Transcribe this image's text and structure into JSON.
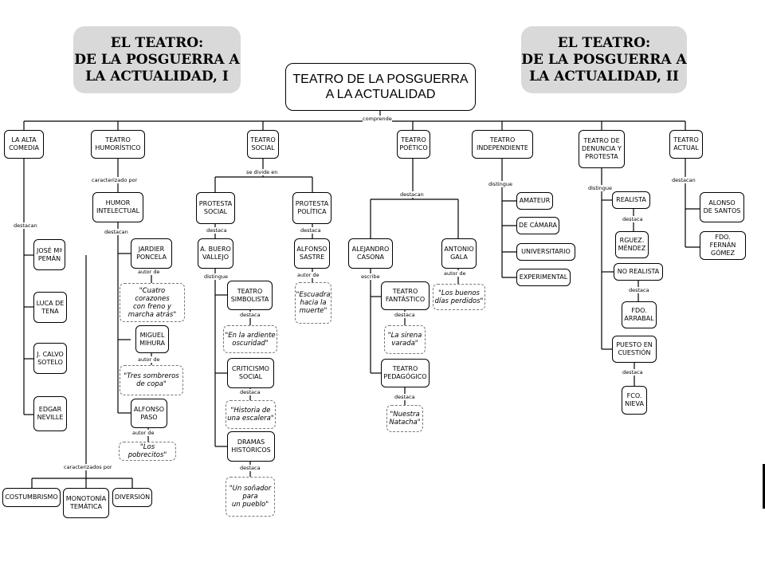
{
  "side_titles": {
    "left": "EL TEATRO:\nDE LA POSGUERRA A\nLA ACTUALIDAD, I",
    "right": "EL TEATRO:\nDE LA POSGUERRA A\nLA ACTUALIDAD, II"
  },
  "root": "TEATRO DE LA POSGUERRA\nA LA ACTUALIDAD",
  "labels": {
    "comprende": "comprende",
    "destacan": "destacan",
    "caracterizado_por": "caracterizado por",
    "se_divide_en": "se divide en",
    "distingue": "distingue",
    "destaca": "destaca",
    "autor_de": "autor de",
    "escribe": "escribe",
    "caracterizados_por": "caracterizados por"
  },
  "categories": {
    "alta_comedia": "LA ALTA\nCOMEDIA",
    "humoristico": "TEATRO\nHUMORÍSTICO",
    "social": "TEATRO\nSOCIAL",
    "poetico": "TEATRO\nPOÉTICO",
    "independiente": "TEATRO\nINDEPENDIENTE",
    "denuncia": "TEATRO DE\nDENUNCIA Y\nPROTESTA",
    "actual": "TEATRO\nACTUAL"
  },
  "alta_comedia": {
    "authors": [
      "JOSÉ Mª\nPEMÁN",
      "LUCA DE\nTENA",
      "J. CALVO\nSOTELO",
      "EDGAR\nNEVILLE"
    ],
    "traits": [
      "COSTUMBRISMO",
      "MONOTONÍA\nTEMÁTICA",
      "DIVERSIÓN"
    ]
  },
  "humoristico": {
    "humor": "HUMOR\nINTELECTUAL",
    "authors": [
      "JARDIER\nPONCELA",
      "MIGUEL\nMIHURA",
      "ALFONSO\nPASO"
    ],
    "works": [
      "\"Cuatro corazones\ncon freno y\nmarcha atrás\"",
      "\"Tres sombreros\nde copa\"",
      "\"Los pobrecitos\""
    ]
  },
  "social": {
    "protesta_social": "PROTESTA\nSOCIAL",
    "protesta_politica": "PROTESTA\nPOLÍTICA",
    "buero": "A. BUERO\nVALLEJO",
    "sastre": "ALFONSO\nSASTRE",
    "sastre_work": "\"Escuadra\nhacia la\nmuerte\"",
    "types": [
      "TEATRO\nSIMBOLISTA",
      "CRITICISMO\nSOCIAL",
      "DRAMAS\nHISTÓRICOS"
    ],
    "works": [
      "\"En la ardiente\noscuridad\"",
      "\"Historia de\nuna escalera\"",
      "\"Un soñador\npara\nun pueblo\""
    ]
  },
  "poetico": {
    "casona": "ALEJANDRO\nCASONA",
    "gala": "ANTONIO\nGALA",
    "gala_work": "\"Los buenos\ndías perdidos\"",
    "types": [
      "TEATRO\nFANTÁSTICO",
      "TEATRO\nPEDAGÓGICO"
    ],
    "works": [
      "\"La sirena\nvarada\"",
      "\"Nuestra\nNatacha\""
    ]
  },
  "independiente": {
    "items": [
      "AMATEUR",
      "DE CÁMARA",
      "UNIVERSITARIO",
      "EXPERIMENTAL"
    ]
  },
  "denuncia": {
    "types": [
      "REALISTA",
      "NO REALISTA",
      "PUESTO EN\nCUESTIÓN"
    ],
    "authors": [
      "RGUEZ.\nMÉNDEZ",
      "FDO.\nARRABAL",
      "FCO.\nNIEVA"
    ]
  },
  "actual": {
    "authors": [
      "ALONSO\nDE SANTOS",
      "FDO. FERNÁN\nGÓMEZ"
    ]
  }
}
